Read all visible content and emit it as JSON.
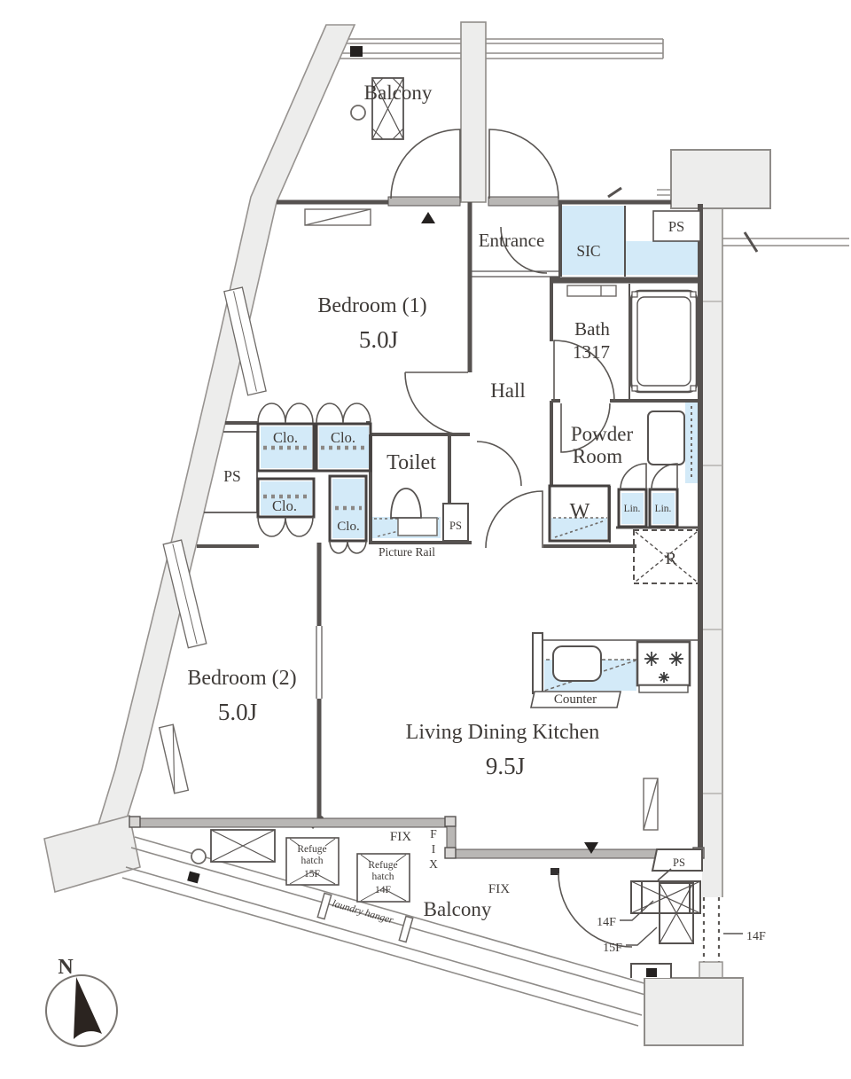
{
  "colors": {
    "wall": "#565250",
    "fill_gray": "#ededec",
    "fill_blue": "#d3eaf8",
    "window_bar": "#b9b7b5",
    "text": "#3f3b38"
  },
  "compass": {
    "north": "N"
  },
  "rooms": {
    "balcony_top": {
      "label": "Balcony"
    },
    "bedroom1": {
      "label": "Bedroom (1)",
      "area": "5.0J"
    },
    "entrance": {
      "label": "Entrance"
    },
    "sic": {
      "label": "SIC"
    },
    "ps_top": {
      "label": "PS"
    },
    "bath": {
      "label": "Bath",
      "size": "1317"
    },
    "hall": {
      "label": "Hall"
    },
    "powder": {
      "line1": "Powder",
      "line2": "Room"
    },
    "toilet": {
      "label": "Toilet"
    },
    "closets": {
      "c1": "Clo.",
      "c2": "Clo.",
      "c3": "Clo.",
      "c4": "Clo."
    },
    "ps_left": {
      "label": "PS"
    },
    "picture_rail": {
      "label": "Picture Rail"
    },
    "ps_toilet": {
      "label": "PS"
    },
    "washer": {
      "label": "W"
    },
    "linen": {
      "l1": "Lin.",
      "l2": "Lin."
    },
    "fridge": {
      "label": "R"
    },
    "counter": {
      "label": "Counter"
    },
    "ldk": {
      "label": "Living Dining Kitchen",
      "area": "9.5J"
    },
    "bedroom2": {
      "label": "Bedroom (2)",
      "area": "5.0J"
    },
    "balcony_bottom": {
      "label": "Balcony"
    }
  },
  "windows": {
    "fix1": "FIX",
    "fixv": [
      "F",
      "I",
      "X"
    ],
    "fix2": "FIX"
  },
  "hatches": {
    "h15": {
      "line1": "Refuge",
      "line2": "hatch",
      "line3": "15F"
    },
    "h14": {
      "line1": "Refuge",
      "line2": "hatch",
      "line3": "14F"
    }
  },
  "annotations": {
    "laundry_hanger": "laundry hanger",
    "f14_left": "14F",
    "f15_left": "15F",
    "f14_right": "14F",
    "ps_bottom": "PS"
  }
}
